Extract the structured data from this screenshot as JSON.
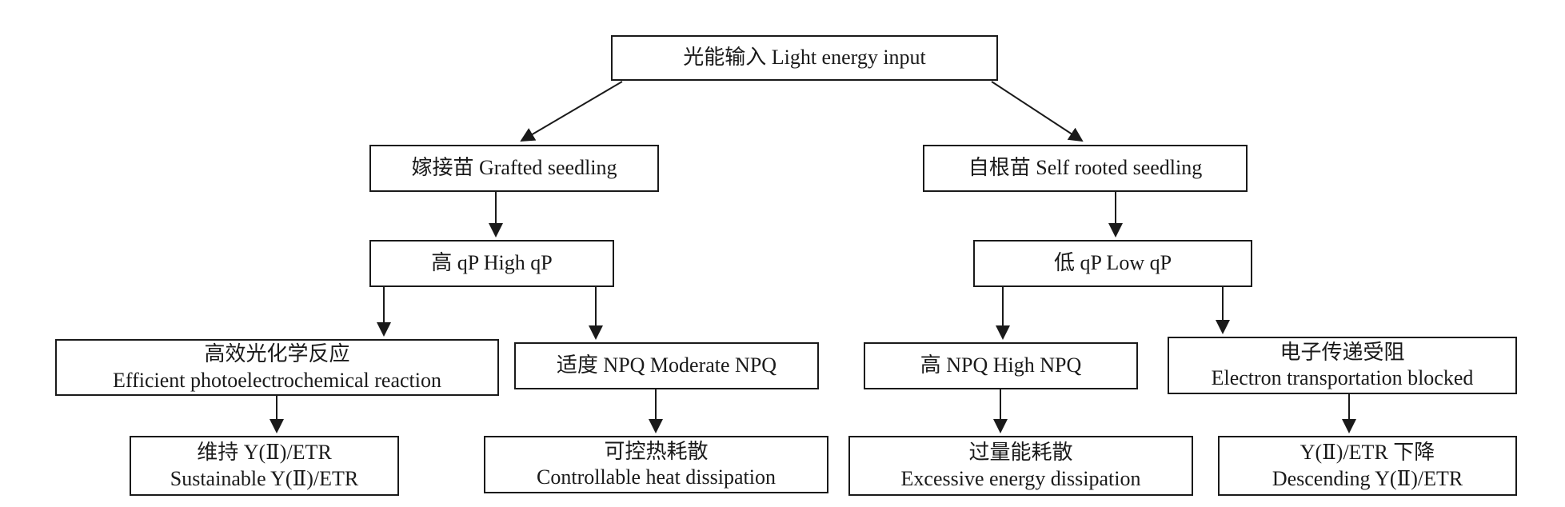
{
  "diagram": {
    "type": "flowchart",
    "title": "光能输入 Light energy input flow diagram",
    "colors": {
      "border": "#1a1a1a",
      "background": "#ffffff",
      "text": "#1a1a1a",
      "arrow": "#1a1a1a"
    },
    "nodes": {
      "root": {
        "line1": "光能输入 Light energy input"
      },
      "grafted": {
        "line1": "嫁接苗 Grafted seedling"
      },
      "self_rooted": {
        "line1": "自根苗 Self rooted seedling"
      },
      "high_qp": {
        "line1": "高 qP High qP"
      },
      "low_qp": {
        "line1": "低 qP Low qP"
      },
      "efficient_reaction": {
        "line1": "高效光化学反应",
        "line2": "Efficient photoelectrochemical reaction"
      },
      "moderate_npq": {
        "line1": "适度 NPQ Moderate NPQ"
      },
      "high_npq": {
        "line1": "高 NPQ High NPQ"
      },
      "electron_blocked": {
        "line1": "电子传递受阻",
        "line2": "Electron transportation blocked"
      },
      "sustainable_yetr": {
        "line1": "维持 Y(Ⅱ)/ETR",
        "line2": "Sustainable Y(Ⅱ)/ETR"
      },
      "controllable_heat": {
        "line1": "可控热耗散",
        "line2": "Controllable heat dissipation"
      },
      "excessive_energy": {
        "line1": "过量能耗散",
        "line2": "Excessive energy dissipation"
      },
      "descending_yetr": {
        "line1": "Y(Ⅱ)/ETR 下降",
        "line2": "Descending Y(Ⅱ)/ETR"
      }
    },
    "edges": [
      "root->grafted",
      "root->self_rooted",
      "grafted->high_qp",
      "self_rooted->low_qp",
      "high_qp->efficient_reaction",
      "high_qp->moderate_npq",
      "low_qp->high_npq",
      "low_qp->electron_blocked",
      "efficient_reaction->sustainable_yetr",
      "moderate_npq->controllable_heat",
      "high_npq->excessive_energy",
      "electron_blocked->descending_yetr"
    ]
  }
}
